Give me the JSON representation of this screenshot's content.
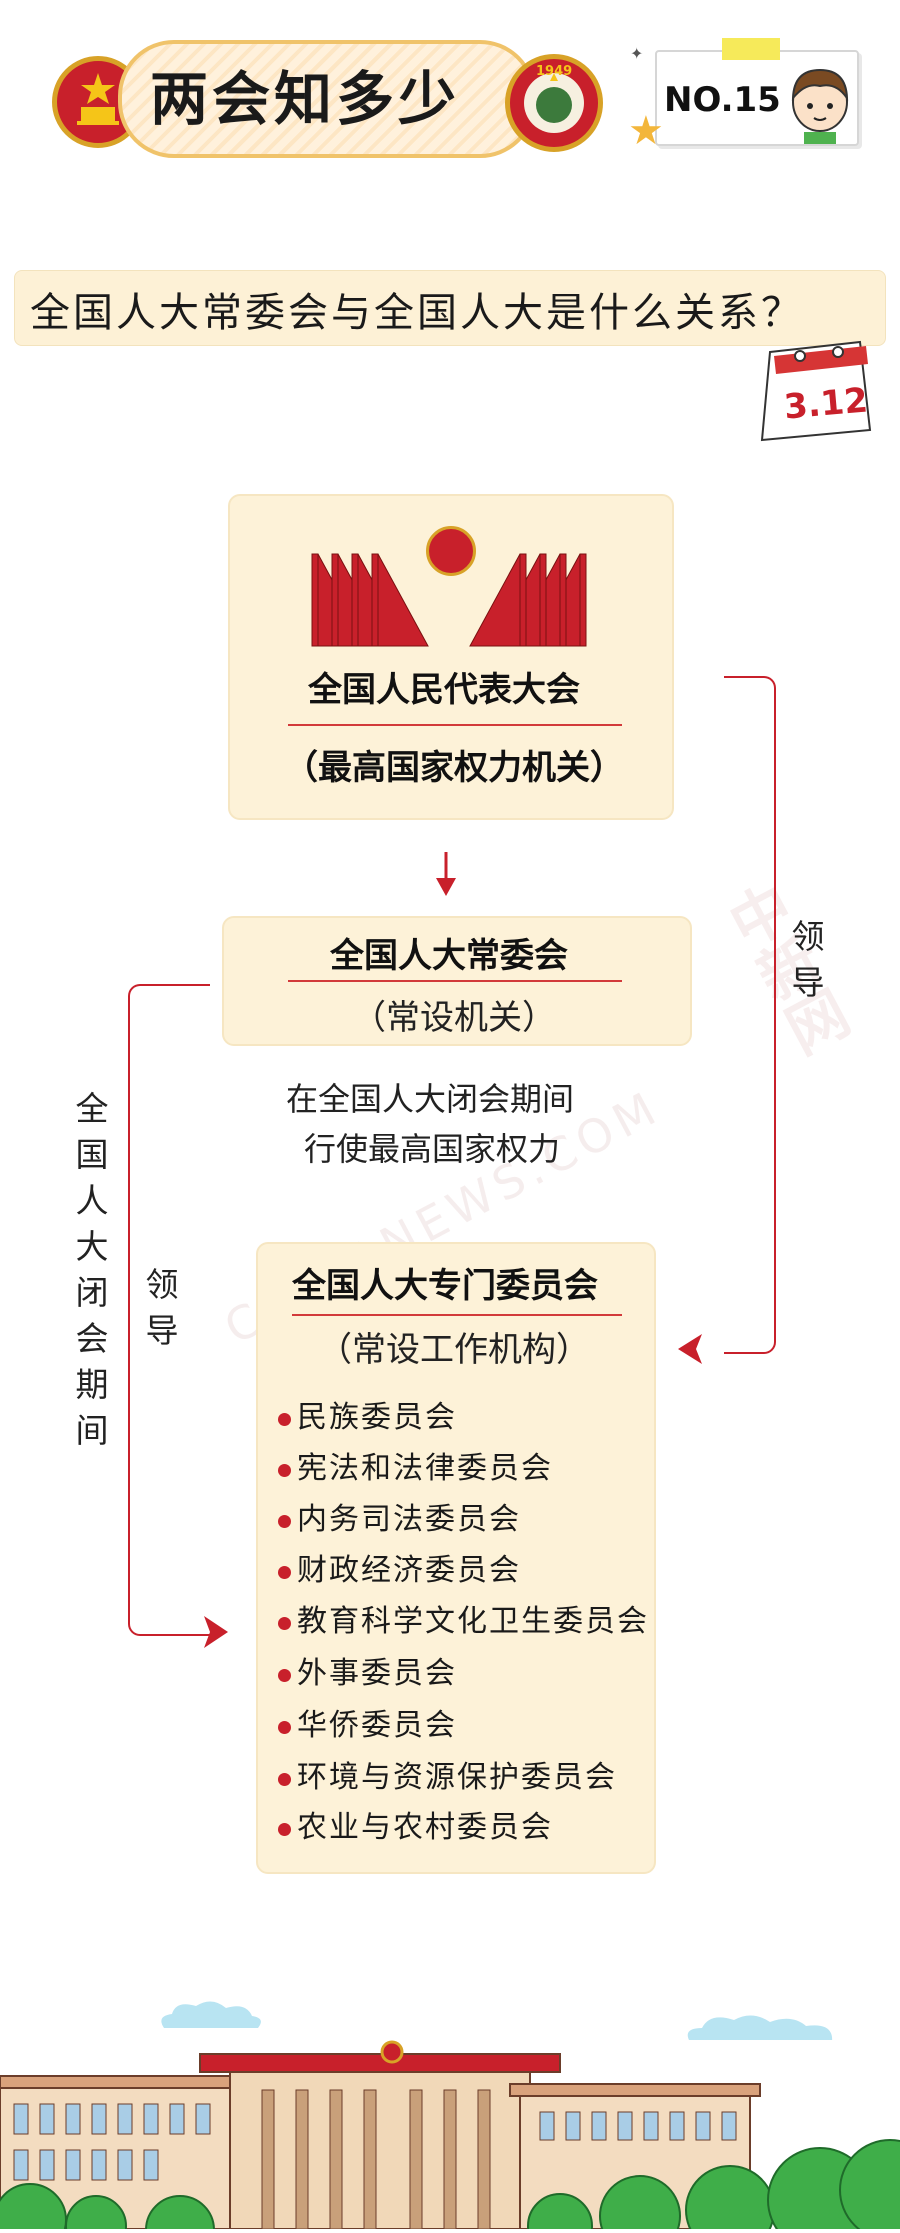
{
  "header": {
    "title": "两会知多少",
    "issue": "NO.15",
    "emblem_right_year": "1949"
  },
  "question": "全国人大常委会与全国人大是什么关系？",
  "calendar_date": "3.12",
  "npc": {
    "name": "全国人民代表大会",
    "desc": "（最高国家权力机关）"
  },
  "standing": {
    "name": "全国人大常委会",
    "desc": "（常设机关）",
    "note_line1": "在全国人大闭会期间",
    "note_line2": "行使最高国家权力"
  },
  "special": {
    "name": "全国人大专门委员会",
    "desc": "（常设工作机构）",
    "items": [
      "民族委员会",
      "宪法和法律委员会",
      "内务司法委员会",
      "财政经济委员会",
      "教育科学文化卫生委员会",
      "外事委员会",
      "华侨委员会",
      "环境与资源保护委员会",
      "农业与农村委员会"
    ]
  },
  "labels": {
    "lead_right": "领导",
    "lead_left": "领导",
    "left_period": "全国人大闭会期间"
  },
  "watermark": {
    "brand": "中新网",
    "site": "CHINANEWS.COM"
  },
  "colors": {
    "accent_red": "#c8202b",
    "box_fill": "#fdf2d8",
    "gold": "#d8a227"
  }
}
